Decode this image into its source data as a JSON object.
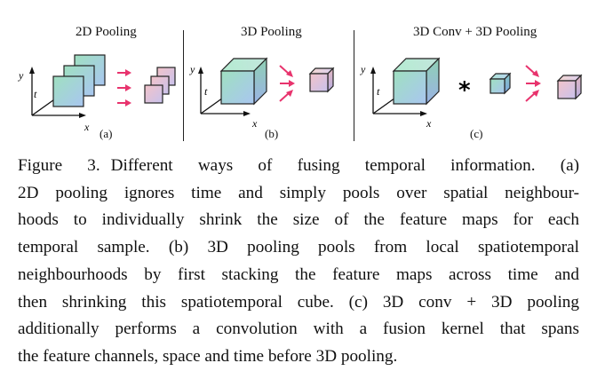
{
  "panels": [
    {
      "title": "2D Pooling",
      "label": "(a)"
    },
    {
      "title": "3D Pooling",
      "label": "(b)"
    },
    {
      "title": "3D Conv + 3D Pooling",
      "label": "(c)"
    }
  ],
  "axes": {
    "y": "y",
    "t": "t",
    "x": "x"
  },
  "operator": "*",
  "colors": {
    "arrow": "#e8336d",
    "cube_edge": "#222222"
  },
  "caption": {
    "lead": "Figure 3.",
    "lines": [
      "Different ways of fusing temporal information. (a)",
      "2D pooling ignores time and simply pools over spatial neighbour-",
      "hoods to individually shrink the size of the feature maps for each",
      "temporal sample. (b) 3D pooling pools from local spatiotemporal",
      "neighbourhoods by first stacking the feature maps across time and",
      "then shrinking this spatiotemporal cube. (c) 3D conv + 3D pooling",
      "additionally performs a convolution with a fusion kernel that spans",
      "the feature channels, space and time before 3D pooling."
    ]
  }
}
